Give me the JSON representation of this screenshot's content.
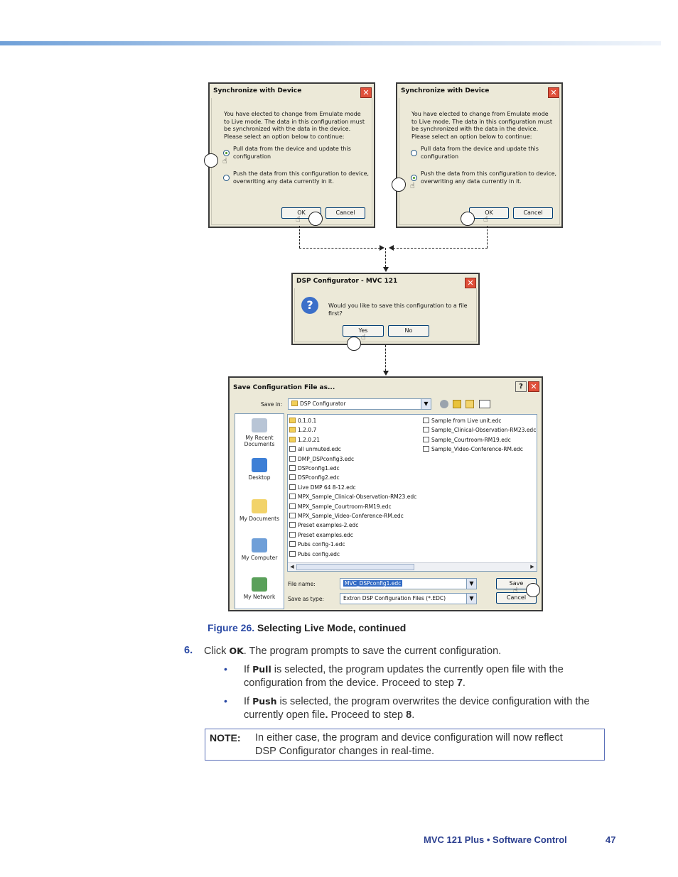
{
  "sync_dialog": {
    "title": "Synchronize with Device",
    "message": "You have elected to change from Emulate mode to Live mode.  The data in this configuration must be synchronized  with the data in the device.  Please select an option below to continue:",
    "option_pull": "Pull data from the device and update this configuration",
    "option_push": "Push the data from this configuration to device, overwriting any data currently in it.",
    "ok_label": "OK",
    "cancel_label": "Cancel",
    "close_glyph": "✕"
  },
  "dsp_dialog": {
    "title": "DSP Configurator - MVC 121",
    "message": "Would you like to save this configuration to a file first?",
    "yes_label": "Yes",
    "no_label": "No",
    "question_glyph": "?"
  },
  "save_dialog": {
    "title": "Save Configuration File as...",
    "save_in_label": "Save in:",
    "save_in_value": "DSP Configurator",
    "help_glyph": "?",
    "places": [
      "My Recent Documents",
      "Desktop",
      "My Documents",
      "My Computer",
      "My Network"
    ],
    "files_col1": [
      {
        "name": "0.1.0.1",
        "type": "folder"
      },
      {
        "name": "1.2.0.7",
        "type": "folder"
      },
      {
        "name": "1.2.0.21",
        "type": "folder"
      },
      {
        "name": "all unmuted.edc",
        "type": "file"
      },
      {
        "name": "DMP_DSPconfig3.edc",
        "type": "file"
      },
      {
        "name": "DSPconfig1.edc",
        "type": "file"
      },
      {
        "name": "DSPconfig2.edc",
        "type": "file"
      },
      {
        "name": "Live DMP 64 8-12.edc",
        "type": "file"
      },
      {
        "name": "MPX_Sample_Clinical-Observation-RM23.edc",
        "type": "file"
      },
      {
        "name": "MPX_Sample_Courtroom-RM19.edc",
        "type": "file"
      },
      {
        "name": "MPX_Sample_Video-Conference-RM.edc",
        "type": "file"
      },
      {
        "name": "Preset examples-2.edc",
        "type": "file"
      },
      {
        "name": "Preset examples.edc",
        "type": "file"
      },
      {
        "name": "Pubs config-1.edc",
        "type": "file"
      },
      {
        "name": "Pubs config.edc",
        "type": "file"
      }
    ],
    "files_col2": [
      {
        "name": "Sample from Live unit.edc",
        "type": "file"
      },
      {
        "name": "Sample_Clinical-Observation-RM23.edc",
        "type": "file"
      },
      {
        "name": "Sample_Courtroom-RM19.edc",
        "type": "file"
      },
      {
        "name": "Sample_Video-Conference-RM.edc",
        "type": "file"
      }
    ],
    "file_name_label": "File name:",
    "file_name_value": "MVC_DSPconfig1.edc",
    "save_as_type_label": "Save as type:",
    "save_as_type_value": "Extron DSP Configuration Files (*.EDC)",
    "save_label": "Save",
    "cancel_label": "Cancel"
  },
  "caption": {
    "figure": "Figure 26.",
    "text": "Selecting Live Mode, continued"
  },
  "step": {
    "number": "6.",
    "click": "Click",
    "ok": "OK",
    "rest": ". The program prompts to save the current configuration."
  },
  "bullet_pull": {
    "if": "If",
    "kw": "Pull",
    "text1": "is selected, the program updates the currently open file with the",
    "text2": "configuration from the device. Proceed to step",
    "step": "7",
    "end": "."
  },
  "bullet_push": {
    "if": "If",
    "kw": "Push",
    "text1": "is selected, the program overwrites the device configuration with the",
    "text2": "currently open file",
    "dot": ".",
    "text3": "Proceed to step",
    "step": "8",
    "end": "."
  },
  "note": {
    "label": "NOTE:",
    "line1": "In either case, the program and device configuration will now reflect",
    "line2": "DSP Configurator changes in real-time."
  },
  "footer": {
    "title": "MVC 121 Plus • Software Control",
    "page": "47"
  },
  "colors": {
    "accent": "#2b4aa5",
    "note_border": "#5a6fb8",
    "dialog_bg": "#ece9d8"
  }
}
